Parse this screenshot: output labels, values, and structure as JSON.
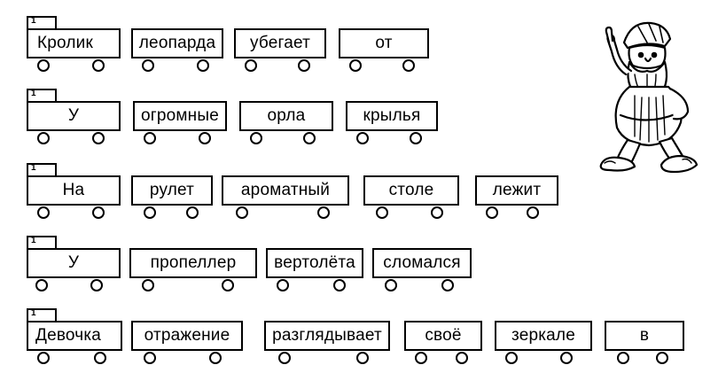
{
  "trains": [
    {
      "number": "1",
      "words": [
        "Кролик",
        "леопарда",
        "убегает",
        "от"
      ]
    },
    {
      "number": "1",
      "words": [
        "У",
        "огромные",
        "орла",
        "крылья"
      ]
    },
    {
      "number": "1",
      "words": [
        "На",
        "рулет",
        "ароматный",
        "столе",
        "лежит"
      ]
    },
    {
      "number": "1",
      "words": [
        "У",
        "пропеллер",
        "вертолёта",
        "сломался"
      ]
    },
    {
      "number": "1",
      "words": [
        "Девочка",
        "отражение",
        "разглядывает",
        "своё",
        "зеркале",
        "в"
      ]
    }
  ]
}
